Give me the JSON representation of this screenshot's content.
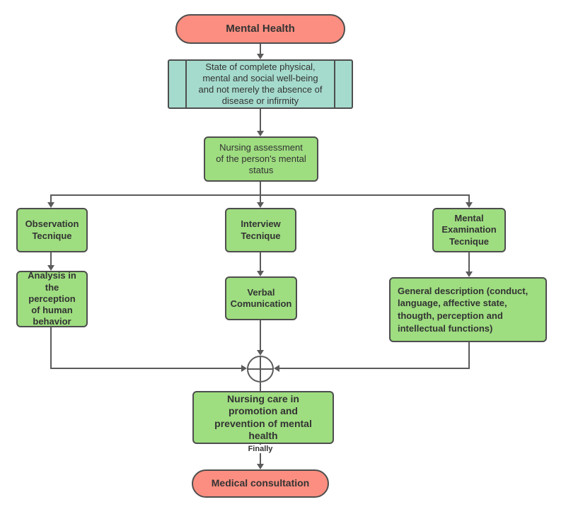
{
  "diagram": {
    "nodes": {
      "mental_health": {
        "label": "Mental Health",
        "shape": "terminator"
      },
      "who_definition": {
        "label": "State of complete physical,\nmental and social well-being\nand not merely the absence of\ndisease or infirmity",
        "shape": "predefined-process"
      },
      "nursing_assessment": {
        "label": "Nursing assessment\nof the person's mental\nstatus",
        "shape": "process"
      },
      "observation_technique": {
        "label": "Observation\nTecnique",
        "shape": "process"
      },
      "interview_technique": {
        "label": "Interview\nTecnique",
        "shape": "process"
      },
      "mental_examination_technique": {
        "label": "Mental\nExamination\nTecnique",
        "shape": "process"
      },
      "analysis_perception": {
        "label": "Analysis in\nthe\nperception\nof human\nbehavior",
        "shape": "process"
      },
      "verbal_communication": {
        "label": "Verbal\nComunication",
        "shape": "process"
      },
      "general_description": {
        "label": "General description (conduct,\nlanguage, affective state,\nthougth, perception and\nintellectual functions)",
        "shape": "process"
      },
      "summing_junction": {
        "label": "",
        "shape": "summing-junction"
      },
      "nursing_care": {
        "label": "Nursing care in\npromotion and\nprevention of mental\nhealth",
        "shape": "process"
      },
      "medical_consultation": {
        "label": "Medical consultation",
        "shape": "terminator"
      }
    },
    "connector_labels": {
      "finally": "Finally"
    },
    "colors": {
      "terminator_fill": "#fb8e80",
      "process_fill": "#9edd80",
      "predefined_process_fill": "#a5dbcc",
      "node_border": "#4e4e4e",
      "connector": "#5b5b5b",
      "text": "#333333",
      "background": "#ffffff"
    }
  }
}
